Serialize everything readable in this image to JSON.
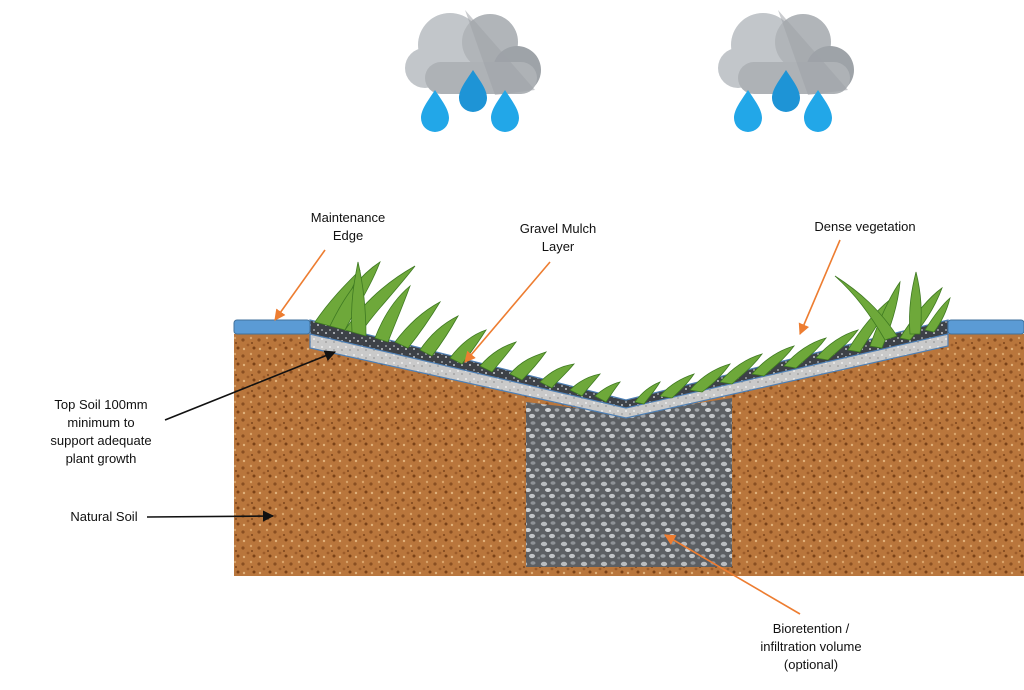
{
  "labels": {
    "maintenance_edge": [
      "Maintenance",
      "Edge"
    ],
    "gravel_mulch": [
      "Gravel Mulch",
      "Layer"
    ],
    "dense_vegetation": [
      "Dense vegetation"
    ],
    "top_soil": [
      "Top Soil 100mm",
      "minimum to",
      "support adequate",
      "plant growth"
    ],
    "natural_soil": [
      "Natural Soil"
    ],
    "bioretention": [
      "Bioretention /",
      "infiltration volume",
      "(optional)"
    ]
  },
  "colors": {
    "soil": "#b9763c",
    "soil_dark": "#8a4f22",
    "soil_light": "#d9a46a",
    "gravel": "#6b6e72",
    "gravel_light": "#b9bcbf",
    "mulch_layer": "#3d4147",
    "topsoil_layer": "#c9c9c9",
    "grass": "#6ea83a",
    "grass_dark": "#3f7a22",
    "edge_blue": "#5b9bd5",
    "outline_blue": "#4f7fb3",
    "cloud_light": "#c2c6ca",
    "cloud_dark": "#9ea3a8",
    "drop": "#22a7e8",
    "drop_dark": "#1b7fc4",
    "arrow_orange": "#ed7d31",
    "arrow_black": "#111111"
  },
  "icons": [
    "rain-cloud-icon",
    "rain-cloud-icon"
  ]
}
